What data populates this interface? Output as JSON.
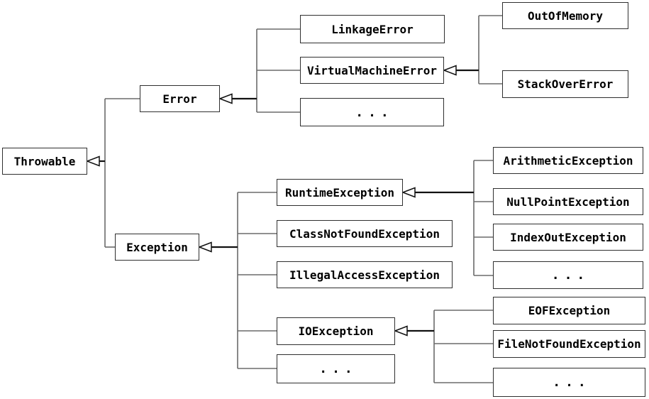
{
  "diagram": {
    "nodes": {
      "throwable": "Throwable",
      "error": "Error",
      "exception": "Exception",
      "linkage_error": "LinkageError",
      "virtual_machine_error": "VirtualMachineError",
      "error_dots": "...",
      "out_of_memory": "OutOfMemory",
      "stack_over_error": "StackOverError",
      "runtime_exception": "RuntimeException",
      "class_not_found_exception": "ClassNotFoundException",
      "illegal_access_exception": "IllegalAccessException",
      "io_exception": "IOException",
      "exception_dots": "...",
      "arithmetic_exception": "ArithmeticException",
      "null_point_exception": "NullPointException",
      "index_out_exception": "IndexOutException",
      "runtime_dots": "...",
      "eof_exception": "EOFException",
      "file_not_found_exception": "FileNotFoundException",
      "io_dots": "..."
    },
    "edges": [
      {
        "parent": "Throwable",
        "children": [
          "Error",
          "Exception"
        ]
      },
      {
        "parent": "Error",
        "children": [
          "LinkageError",
          "VirtualMachineError",
          "..."
        ]
      },
      {
        "parent": "VirtualMachineError",
        "children": [
          "OutOfMemory",
          "StackOverError"
        ]
      },
      {
        "parent": "Exception",
        "children": [
          "RuntimeException",
          "ClassNotFoundException",
          "IllegalAccessException",
          "IOException",
          "..."
        ]
      },
      {
        "parent": "RuntimeException",
        "children": [
          "ArithmeticException",
          "NullPointException",
          "IndexOutException",
          "..."
        ]
      },
      {
        "parent": "IOException",
        "children": [
          "EOFException",
          "FileNotFoundException",
          "..."
        ]
      }
    ],
    "colors": {
      "background": "#ffffff",
      "box_border": "#2f2f2f",
      "connector_line": "#6b6b6b",
      "arrow_line": "#111111",
      "arrow_fill": "#ffffff",
      "text": "#000000"
    }
  }
}
